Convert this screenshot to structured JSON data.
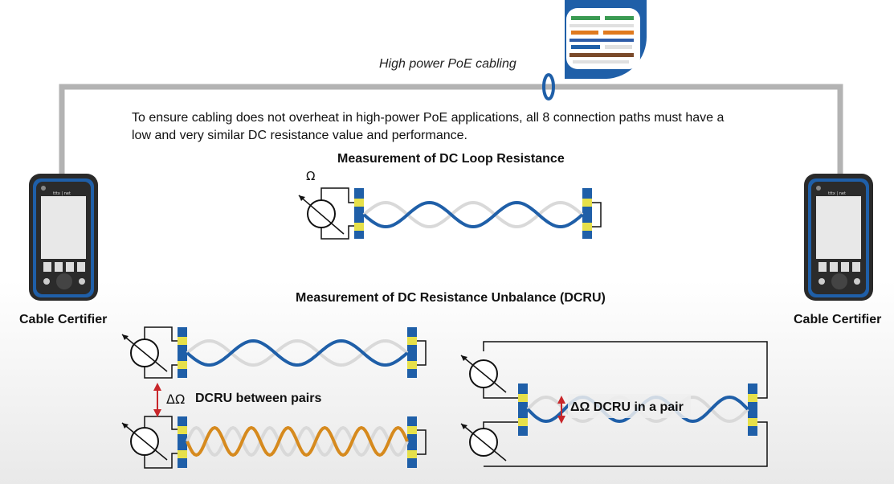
{
  "caption": "High power PoE cabling",
  "intro_line1": "To ensure cabling does not overheat in high-power PoE applications, all 8 connection paths must have a",
  "intro_line2": "low and very similar DC resistance value and performance.",
  "loop_heading": "Measurement of DC Loop Resistance",
  "omega_symbol": "Ω",
  "dcru_heading": "Measurement of DC Resistance Unbalance (DCRU)",
  "device_left_label": "Cable Certifier",
  "device_right_label": "Cable Certifier",
  "device_brand": "tttx | net",
  "delta_omega": "ΔΩ",
  "between_pairs_label": "DCRU between pairs",
  "in_pair_label": "ΔΩ DCRU in a pair",
  "colors": {
    "cable_gray": "#b3b3b3",
    "wire_blue": "#1f5fa8",
    "wire_orange": "#d68a1e",
    "wire_ghost": "#d9d9d9",
    "contact_yellow": "#e6e04a",
    "arrow_red": "#c8262a"
  }
}
